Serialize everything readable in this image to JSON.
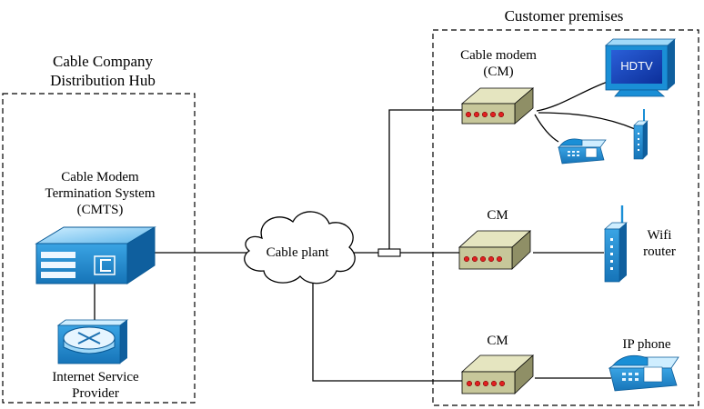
{
  "regions": {
    "hub_title_line1": "Cable Company",
    "hub_title_line2": "Distribution Hub",
    "premises_title": "Customer premises"
  },
  "labels": {
    "cmts_line1": "Cable Modem",
    "cmts_line2": "Termination System",
    "cmts_line3": "(CMTS)",
    "isp_line1": "Internet Service",
    "isp_line2": "Provider",
    "cloud": "Cable plant",
    "cm1_line1": "Cable modem",
    "cm1_line2": "(CM)",
    "cm2": "CM",
    "cm3": "CM",
    "hdtv_screen": "HDTV",
    "wifi_line1": "Wifi",
    "wifi_line2": "router",
    "ip_phone": "IP phone"
  },
  "colors": {
    "modem_top": "#e5e5c0",
    "modem_front": "#c7c79a",
    "modem_side": "#8f8f66",
    "modem_led": "#e02020",
    "device_blue": "#1a8fd6",
    "device_blue_light": "#8fd0f5",
    "line": "#000000"
  }
}
